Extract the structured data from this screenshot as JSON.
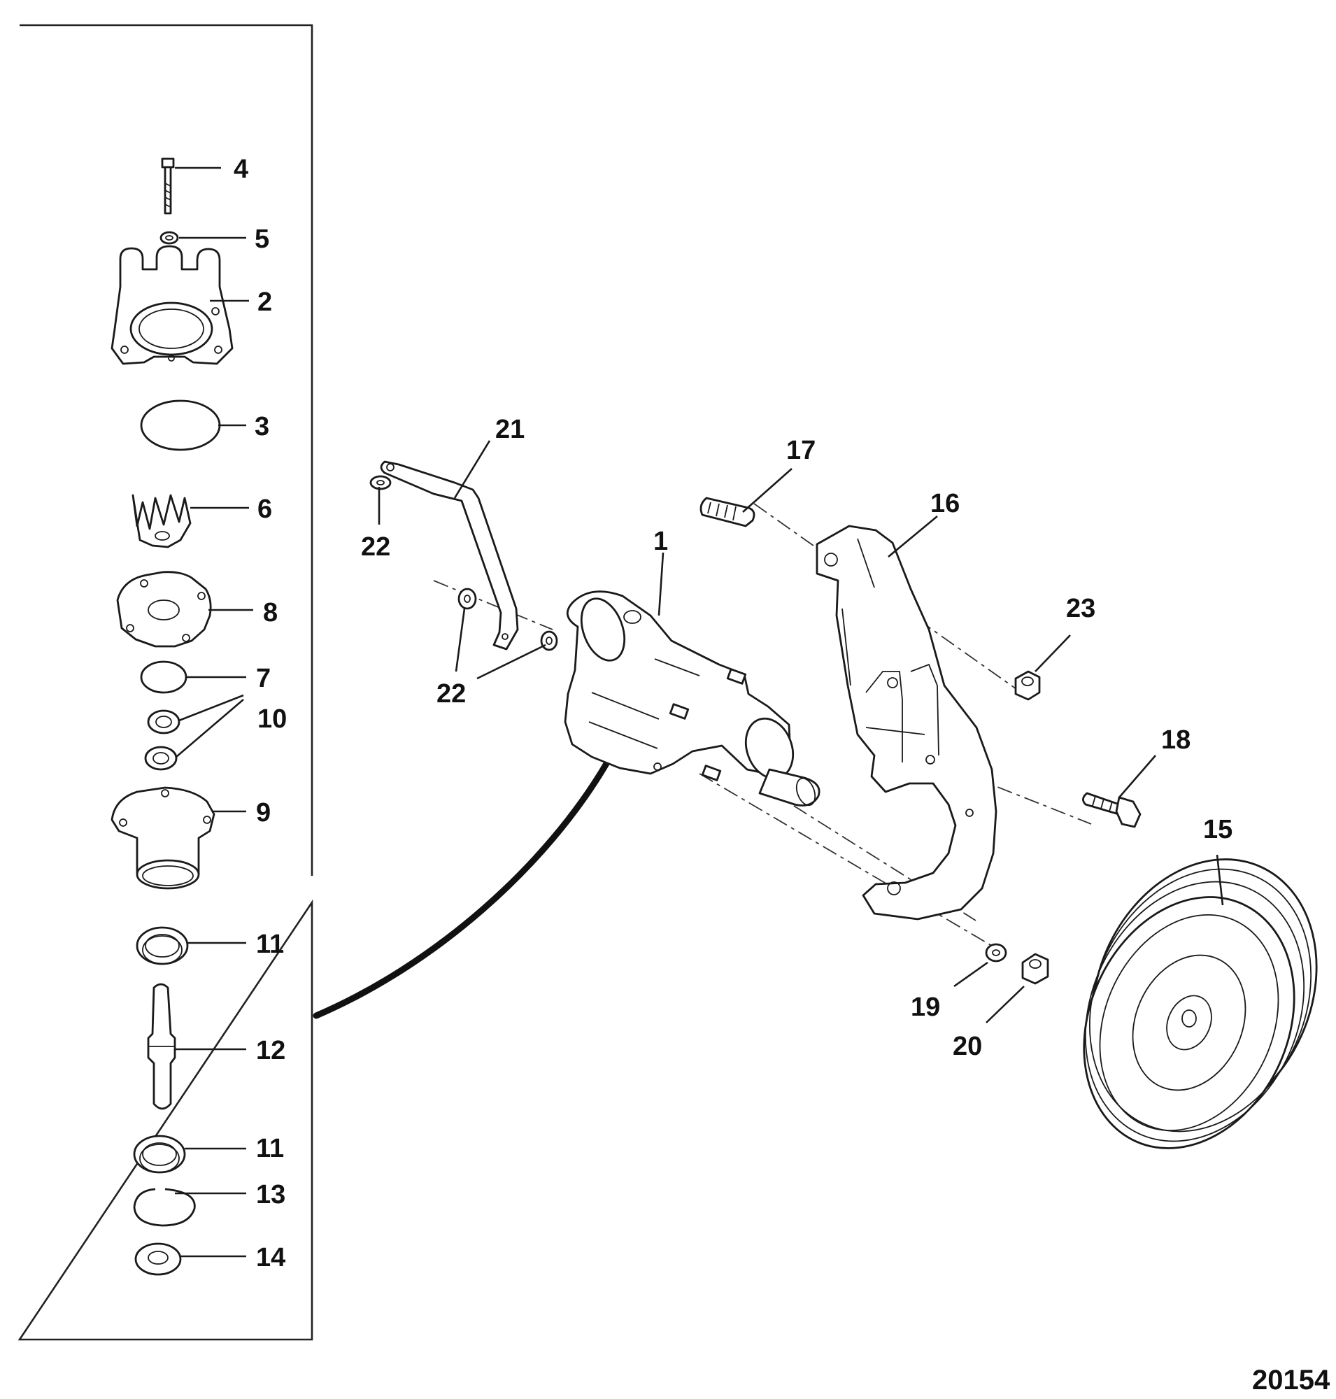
{
  "figure_number": "20154",
  "callouts": {
    "c1": "1",
    "c2": "2",
    "c3": "3",
    "c4": "4",
    "c5": "5",
    "c6": "6",
    "c7": "7",
    "c8": "8",
    "c9": "9",
    "c10": "10",
    "c11a": "11",
    "c11b": "11",
    "c12": "12",
    "c13": "13",
    "c14": "14",
    "c15": "15",
    "c16": "16",
    "c17": "17",
    "c18": "18",
    "c19": "19",
    "c20": "20",
    "c21": "21",
    "c22a": "22",
    "c22b": "22",
    "c23": "23"
  }
}
